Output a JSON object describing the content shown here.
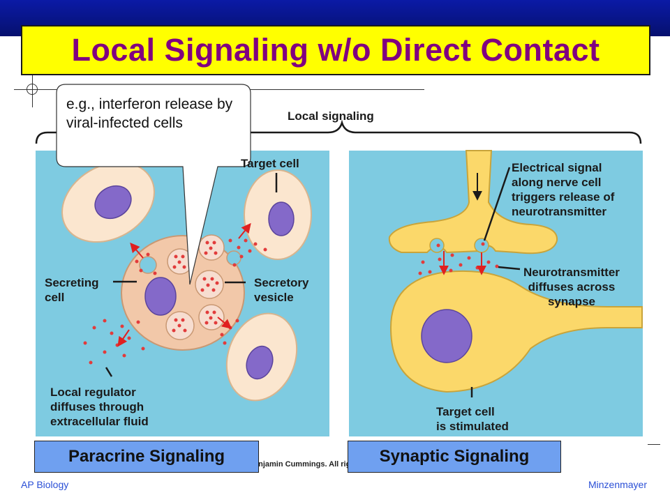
{
  "title": "Local Signaling w/o Direct Contact",
  "callout": "e.g., interferon release by viral-infected cells",
  "diagram": {
    "heading": "Local signaling",
    "left_labels": {
      "target_cell": "Target cell",
      "secreting_cell": "Secreting\ncell",
      "secretory_vesicle": "Secretory\nvesicle",
      "local_regulator": "Local regulator\ndiffuses through\nextracellular fluid"
    },
    "right_labels": {
      "electrical_signal": "Electrical signal\nalong nerve cell\ntriggers release of\nneurotransmitter",
      "neurotransmitter": "Neurotransmitter\ndiffuses across\nsynapse",
      "target_stimulated": "Target cell\nis stimulated"
    },
    "credit": "enjamin Cummings. All righ"
  },
  "panels": {
    "left_name": "Paracrine Signaling",
    "right_name": "Synaptic Signaling"
  },
  "footer": {
    "left": "AP Biology",
    "right": "Minzenmayer"
  },
  "colors": {
    "title_bg": "#ffff00",
    "title_text": "#800080",
    "panel_bg": "#7ecbe1",
    "name_box_bg": "#6fa0f0",
    "top_bar": "#0b1aa6",
    "footer_text": "#2a4fd6"
  }
}
